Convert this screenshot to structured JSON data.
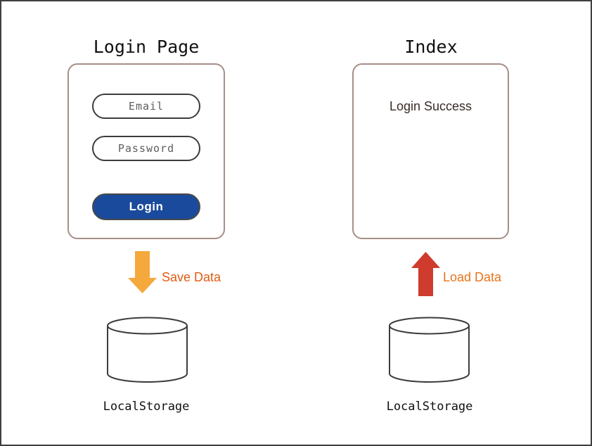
{
  "diagram": {
    "title_left": "Login Page",
    "title_right": "Index",
    "colors": {
      "panel_border": "#a78f87",
      "field_border": "#3c3c3c",
      "button_fill": "#1a4a9c",
      "save_arrow": "#f5a83c",
      "load_arrow": "#cf3b2d",
      "save_label": "#e25b12",
      "load_label": "#e8731a",
      "frame": "#3f3f3f",
      "body_text": "#3a2b28"
    }
  },
  "login_page": {
    "title": "Login Page",
    "fields": [
      {
        "name": "email",
        "placeholder": "Email"
      },
      {
        "name": "password",
        "placeholder": "Password"
      }
    ],
    "button_label": "Login"
  },
  "index_page": {
    "title": "Index",
    "message": "Login Success"
  },
  "flows": [
    {
      "name": "save",
      "label": "Save Data",
      "direction": "down",
      "icon": "arrow-down-icon"
    },
    {
      "name": "load",
      "label": "Load Data",
      "direction": "up",
      "icon": "arrow-up-icon"
    }
  ],
  "storage": {
    "left_label": "LocalStorage",
    "right_label": "LocalStorage",
    "icon": "database-cylinder-icon"
  }
}
